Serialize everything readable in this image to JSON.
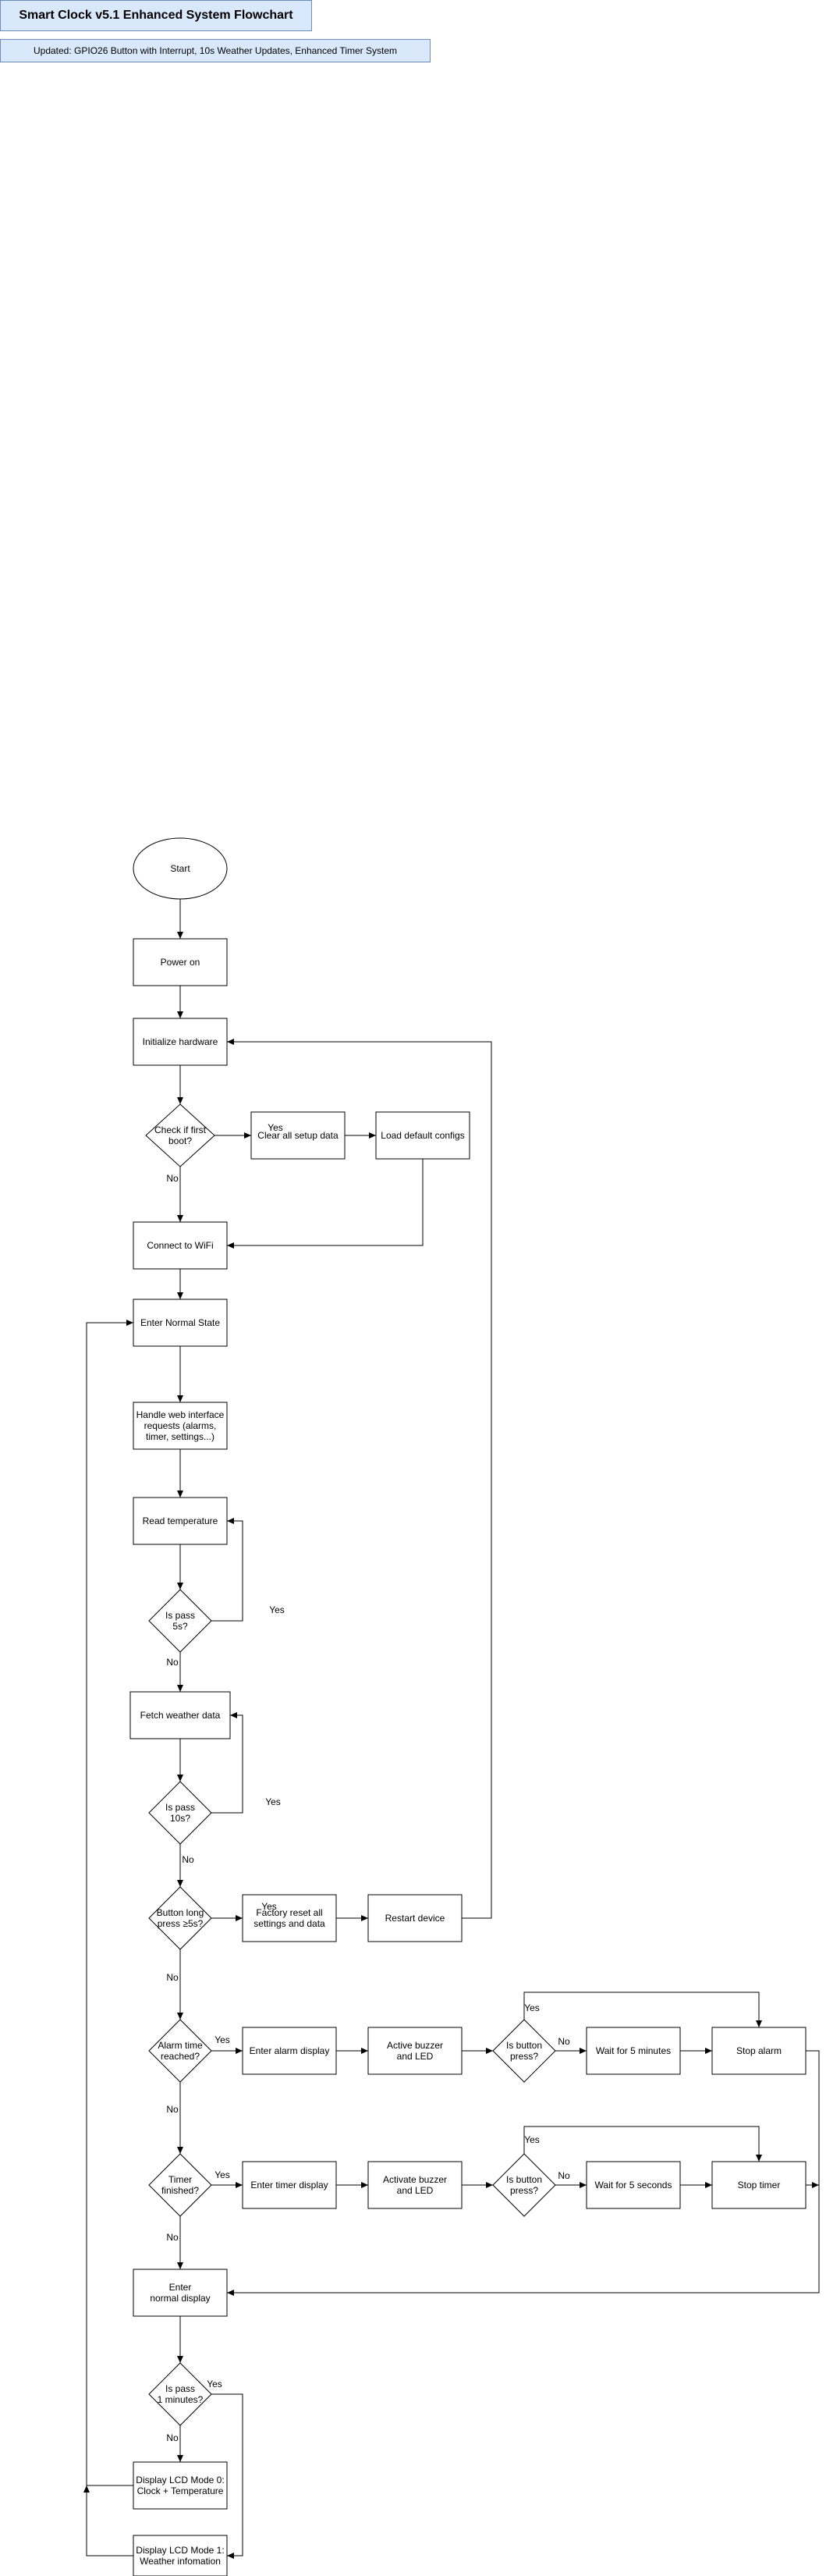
{
  "header": {
    "title": "Smart Clock v5.1 Enhanced System Flowchart",
    "subtitle": "Updated: GPIO26 Button with Interrupt, 10s Weather Updates, Enhanced Timer System"
  },
  "colors": {
    "header_fill": "#dae8fc",
    "header_border": "#6c8ebf",
    "stroke": "#000000",
    "node_fill": "#ffffff"
  },
  "nodes": {
    "start": [
      "Start"
    ],
    "power_on": [
      "Power on"
    ],
    "init_hw": [
      "Initialize hardware"
    ],
    "first_boot": [
      "Check if first",
      "boot?"
    ],
    "clear_setup": [
      "Clear all setup data"
    ],
    "load_defaults": [
      "Load default configs"
    ],
    "connect_wifi": [
      "Connect to WiFi"
    ],
    "normal_state": [
      "Enter Normal State"
    ],
    "handle_web": [
      "Handle web interface",
      "requests (alarms,",
      "timer, settings...)"
    ],
    "read_temp": [
      "Read temperature"
    ],
    "pass5": [
      "Is pass",
      "5s?"
    ],
    "fetch_weather": [
      "Fetch weather data"
    ],
    "pass10": [
      "Is pass",
      "10s?"
    ],
    "long_press": [
      "Button long",
      "press ≥5s?"
    ],
    "factory_reset": [
      "Factory reset all",
      "settings and data"
    ],
    "restart": [
      "Restart device"
    ],
    "alarm_time": [
      "Alarm time",
      "reached?"
    ],
    "alarm_display": [
      "Enter alarm display"
    ],
    "alarm_buzzer": [
      "Active buzzer",
      "and LED"
    ],
    "alarm_btn": [
      "Is button",
      "press?"
    ],
    "wait5m": [
      "Wait for 5 minutes"
    ],
    "stop_alarm": [
      "Stop alarm"
    ],
    "timer_done": [
      "Timer",
      "finished?"
    ],
    "timer_display": [
      "Enter timer display"
    ],
    "timer_buzzer": [
      "Activate buzzer",
      "and LED"
    ],
    "timer_btn": [
      "Is button",
      "press?"
    ],
    "wait5s": [
      "Wait for 5 seconds"
    ],
    "stop_timer": [
      "Stop timer"
    ],
    "normal_display": [
      "Enter",
      "normal display"
    ],
    "pass1m": [
      "Is pass",
      "1 minutes?"
    ],
    "lcd0": [
      "Display LCD Mode 0:",
      "Clock + Temperature"
    ],
    "lcd1": [
      "Display LCD Mode 1:",
      "Weather infomation"
    ]
  },
  "edge_labels": {
    "yes": "Yes",
    "no": "No"
  }
}
